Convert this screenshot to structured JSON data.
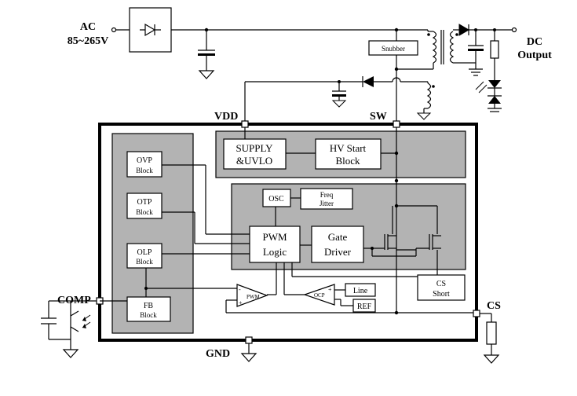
{
  "labels": {
    "ac": "AC",
    "ac_range": "85~265V",
    "dc": "DC",
    "dc_output": "Output",
    "vdd": "VDD",
    "sw": "SW",
    "comp": "COMP",
    "cs": "CS",
    "gnd": "GND",
    "snubber": "Snubber"
  },
  "blocks": {
    "supply_line1": "SUPPLY",
    "supply_line2": "&UVLO",
    "hvstart_line1": "HV Start",
    "hvstart_line2": "Block",
    "osc": "OSC",
    "freq_line1": "Freq",
    "freq_line2": "Jitter",
    "pwm_line1": "PWM",
    "pwm_line2": "Logic",
    "gate_line1": "Gate",
    "gate_line2": "Driver",
    "ovp_line1": "OVP",
    "ovp_line2": "Block",
    "otp_line1": "OTP",
    "otp_line2": "Block",
    "olp_line1": "OLP",
    "olp_line2": "Block",
    "fb_line1": "FB",
    "fb_line2": "Block",
    "cs_short_line1": "CS",
    "cs_short_line2": "Short",
    "line": "Line",
    "ref": "REF",
    "comp_pwm": "PWM",
    "comp_ocp": "OCP"
  },
  "colors": {
    "shade": "#b3b3b3",
    "line": "#000000"
  }
}
